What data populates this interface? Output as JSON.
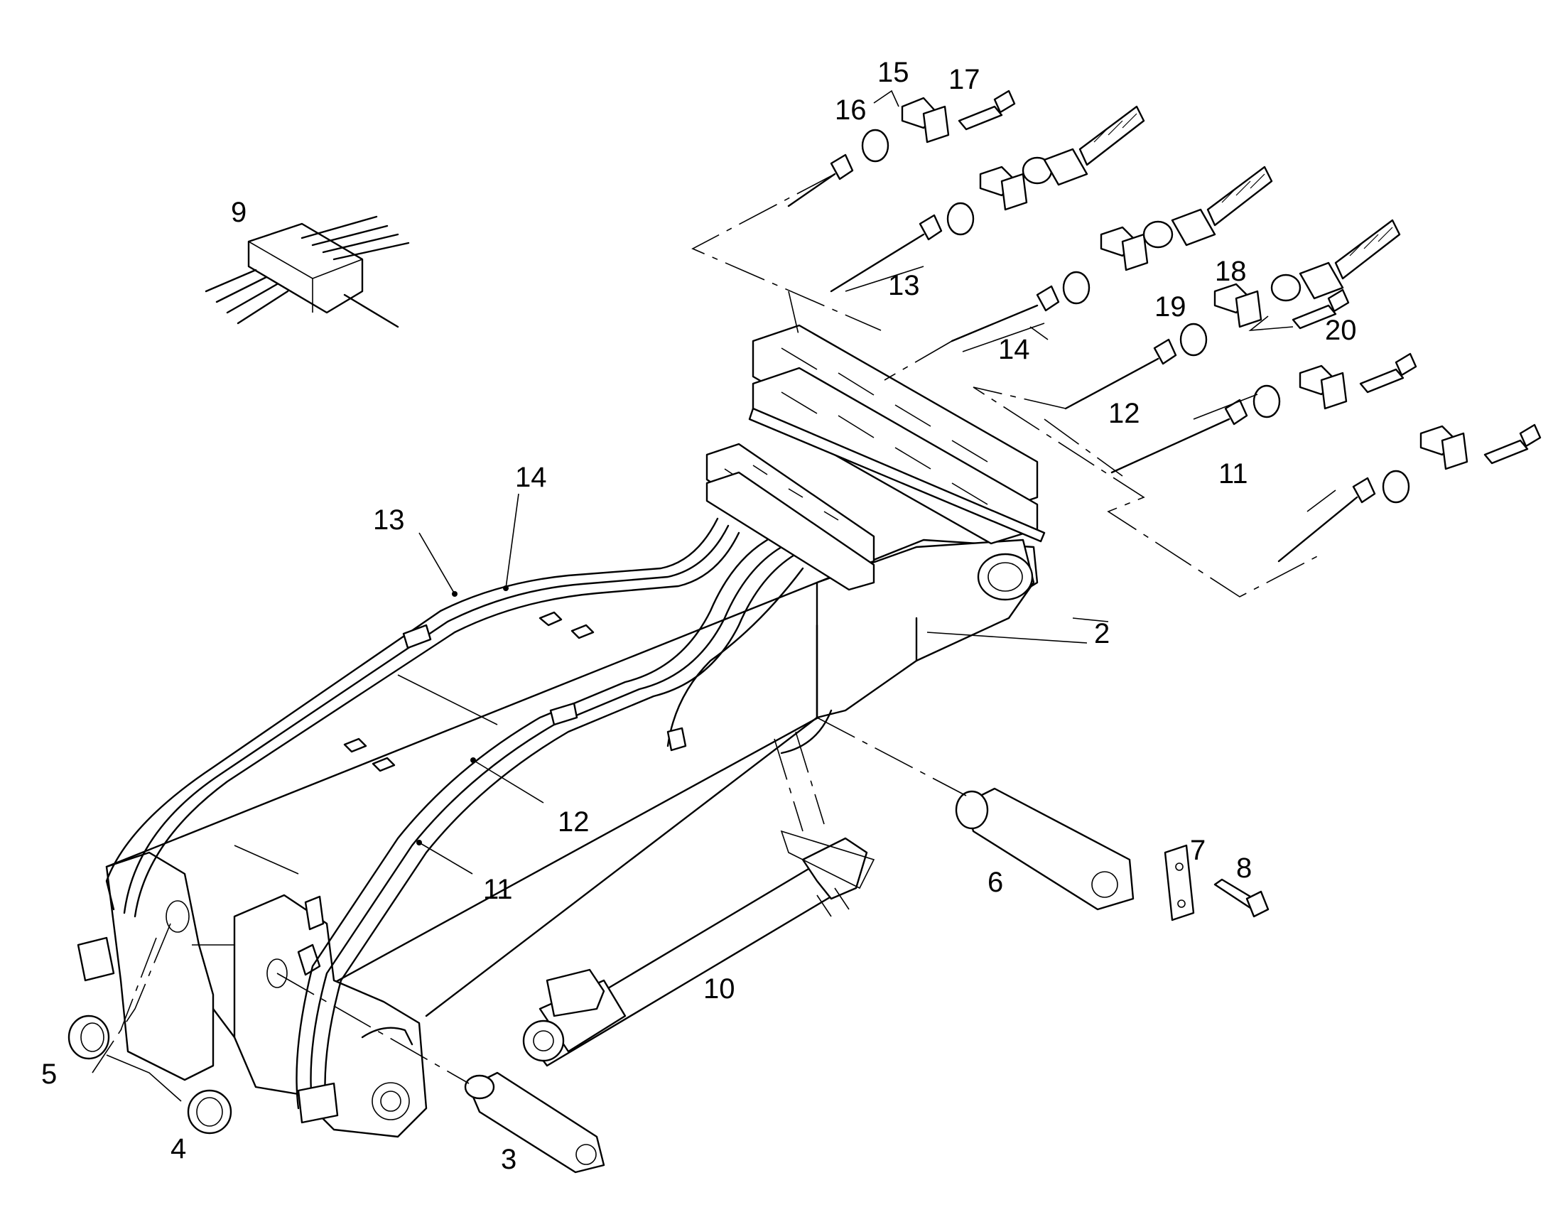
{
  "callouts": [
    {
      "id": "c2",
      "text": "2"
    },
    {
      "id": "c3",
      "text": "3"
    },
    {
      "id": "c4",
      "text": "4"
    },
    {
      "id": "c5",
      "text": "5"
    },
    {
      "id": "c6",
      "text": "6"
    },
    {
      "id": "c7",
      "text": "7"
    },
    {
      "id": "c8",
      "text": "8"
    },
    {
      "id": "c9",
      "text": "9"
    },
    {
      "id": "c10",
      "text": "10"
    },
    {
      "id": "c11a",
      "text": "11"
    },
    {
      "id": "c11b",
      "text": "11"
    },
    {
      "id": "c12a",
      "text": "12"
    },
    {
      "id": "c12b",
      "text": "12"
    },
    {
      "id": "c13a",
      "text": "13"
    },
    {
      "id": "c13b",
      "text": "13"
    },
    {
      "id": "c14a",
      "text": "14"
    },
    {
      "id": "c14b",
      "text": "14"
    },
    {
      "id": "c15",
      "text": "15"
    },
    {
      "id": "c16",
      "text": "16"
    },
    {
      "id": "c17",
      "text": "17"
    },
    {
      "id": "c18",
      "text": "18"
    },
    {
      "id": "c19",
      "text": "19"
    },
    {
      "id": "c20",
      "text": "20"
    }
  ]
}
